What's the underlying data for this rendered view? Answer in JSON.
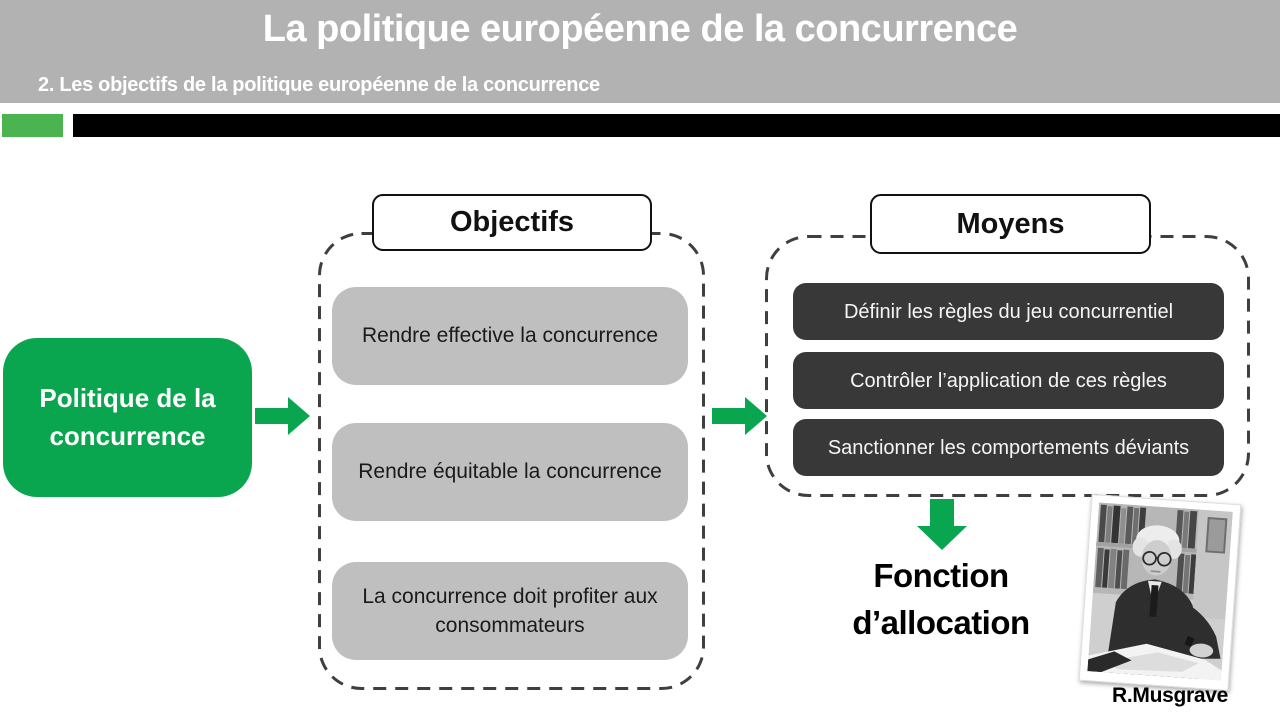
{
  "slide": {
    "title": "La politique européenne de la concurrence",
    "subtitle": "2. Les objectifs de la politique européenne de la concurrence"
  },
  "flow": {
    "source_label": "Politique de la concurrence",
    "objectives": {
      "title": "Objectifs",
      "items": [
        "Rendre effective la concurrence",
        "Rendre équitable la concurrence",
        "La concurrence doit profiter aux consommateurs"
      ]
    },
    "means": {
      "title": "Moyens",
      "items": [
        "Définir les règles du jeu concurrentiel",
        "Contrôler l’application de ces règles",
        "Sanctionner les comportements déviants"
      ]
    },
    "result_label": "Fonction d’allocation",
    "photo_caption": "R.Musgrave"
  },
  "icons": {
    "flow_arrow_right": "block-arrow-right",
    "flow_arrow_down": "block-arrow-down",
    "portrait": "musgrave-portrait-photo"
  },
  "colors": {
    "header_gray": "#b2b2b2",
    "chip_green": "#4bb451",
    "green": "#0aa64f",
    "light_box": "#bfbfbf",
    "dark_box": "#383838",
    "dash": "#3f3f3f",
    "black_bar": "#000000"
  }
}
